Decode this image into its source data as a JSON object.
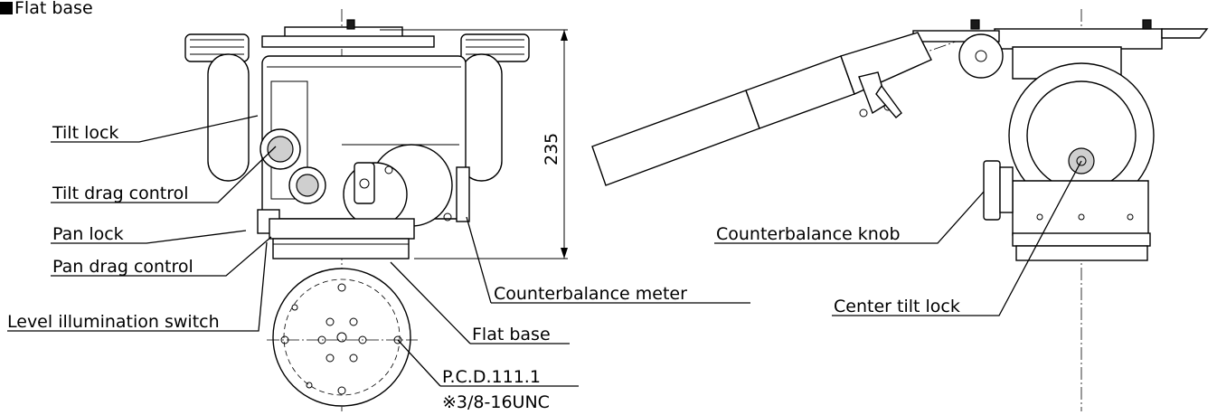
{
  "header": {
    "title": "Flat base",
    "marker_color": "#000000"
  },
  "dimension": {
    "height_value": "235"
  },
  "callouts": {
    "tilt_lock": "Tilt lock",
    "tilt_drag_control": "Tilt drag control",
    "pan_lock": "Pan lock",
    "pan_drag_control": "Pan drag control",
    "level_illumination_switch": "Level illumination switch",
    "counterbalance_meter": "Counterbalance meter",
    "flat_base": "Flat base",
    "pcd": "P.C.D.111.1",
    "thread": "※3/8-16UNC",
    "counterbalance_knob": "Counterbalance knob",
    "center_tilt_lock": "Center tilt lock"
  }
}
